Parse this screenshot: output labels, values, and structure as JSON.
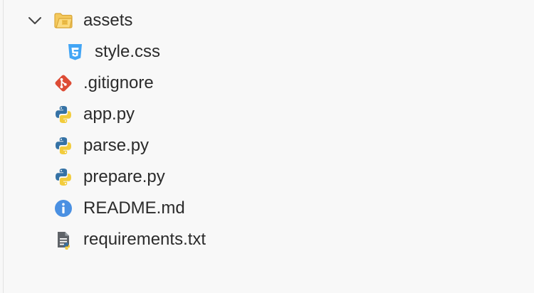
{
  "explorer": {
    "items": [
      {
        "label": "assets",
        "icon": "folder-open-icon",
        "expanded": true
      },
      {
        "label": "style.css",
        "icon": "css-file-icon"
      },
      {
        "label": ".gitignore",
        "icon": "git-icon"
      },
      {
        "label": "app.py",
        "icon": "python-icon"
      },
      {
        "label": "parse.py",
        "icon": "python-icon"
      },
      {
        "label": "prepare.py",
        "icon": "python-icon"
      },
      {
        "label": "README.md",
        "icon": "info-icon"
      },
      {
        "label": "requirements.txt",
        "icon": "text-file-icon"
      }
    ]
  },
  "colors": {
    "folder": "#e8b84a",
    "css": "#42a5f5",
    "git": "#dd4c35",
    "python_blue": "#3572a5",
    "python_yellow": "#f2cc3c",
    "info": "#4a90e2",
    "text_file": "#5f6368"
  }
}
